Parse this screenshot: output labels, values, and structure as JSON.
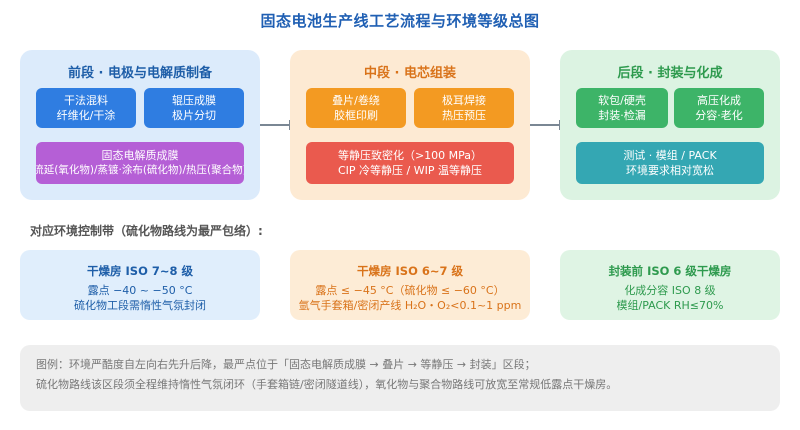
{
  "title": "固态电池生产线工艺流程与环境等级总图",
  "stages": {
    "front": {
      "title": "前段 · 电极与电解质制备",
      "boxes": [
        {
          "line1": "干法混料",
          "line2": "纤维化/干涂"
        },
        {
          "line1": "辊压成膜",
          "line2": "极片分切"
        },
        {
          "line1": "固态电解质成膜",
          "line2": "流延(氧化物)/蒸镀·涂布(硫化物)/热压(聚合物)"
        }
      ]
    },
    "mid": {
      "title": "中段 · 电芯组装",
      "boxes": [
        {
          "line1": "叠片/卷绕",
          "line2": "胶框印刷"
        },
        {
          "line1": "极耳焊接",
          "line2": "热压预压"
        },
        {
          "line1": "等静压致密化（>100 MPa）",
          "line2": "CIP 冷等静压 / WIP 温等静压"
        }
      ]
    },
    "back": {
      "title": "后段 · 封装与化成",
      "boxes": [
        {
          "line1": "软包/硬壳",
          "line2": "封装·检漏"
        },
        {
          "line1": "高压化成",
          "line2": "分容·老化"
        },
        {
          "line1": "测试 · 模组 / PACK",
          "line2": "环境要求相对宽松"
        }
      ]
    }
  },
  "env_section_label": "对应环境控制带（硫化物路线为最严包络）:",
  "env_bands": [
    {
      "title": "干燥房 ISO 7~8 级",
      "line1": "露点 −40 ~ −50 °C",
      "line2": "硫化物工段需惰性气氛封闭"
    },
    {
      "title": "干燥房 ISO 6~7 级",
      "line1": "露点 ≤ −45 °C（硫化物 ≤ −60 °C）",
      "line2": "氩气手套箱/密闭产线 H₂O・O₂<0.1~1 ppm"
    },
    {
      "title": "封装前 ISO 6 级干燥房",
      "line1": "化成分容 ISO 8 级",
      "line2": "模组/PACK RH≤70%"
    }
  ],
  "note": {
    "line1": "图例：环境严酷度自左向右先升后降，最严点位于「固态电解质成膜 → 叠片 → 等静压 → 封装」区段；",
    "line2": "硫化物路线该区段须全程维持惰性气氛闭环（手套箱链/密闭隧道线），氧化物与聚合物路线可放宽至常规低露点干燥房。"
  },
  "colors": {
    "front": "#2f7de1",
    "front_electrolyte": "#b55fd6",
    "mid": "#f39a22",
    "mid_isostatic": "#ea5a4e",
    "back": "#3db468",
    "back_test": "#34a7b3"
  }
}
